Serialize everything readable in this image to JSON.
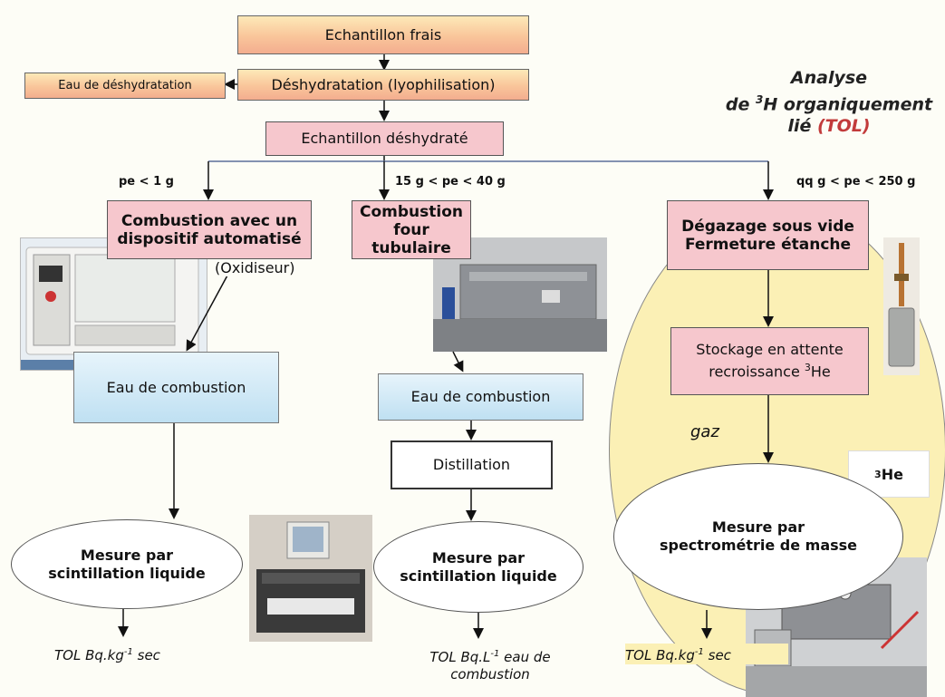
{
  "title": {
    "line1": "Analyse",
    "line2_prefix": "de ",
    "line2_sup": "3",
    "line2_main": "H organiquement lié ",
    "line2_tol": "(TOL)"
  },
  "nodes": {
    "echantillon_frais": "Echantillon frais",
    "eau_deshydratation": "Eau de déshydratation",
    "deshydratation": "Déshydratation (lyophilisation)",
    "echantillon_deshydrate": "Echantillon déshydraté",
    "combustion_auto_line1": "Combustion avec un",
    "combustion_auto_line2": "dispositif automatisé",
    "oxidiseur": "(Oxidiseur)",
    "combustion_four_line1": "Combustion",
    "combustion_four_line2": "four tubulaire",
    "degazage_line1": "Dégazage sous vide",
    "degazage_line2": "Fermeture étanche",
    "eau_combustion_1": "Eau de combustion",
    "eau_combustion_2": "Eau de combustion",
    "distillation": "Distillation",
    "stockage_line1": "Stockage en attente",
    "stockage_line2_prefix": "recroissance ",
    "stockage_sup": "3",
    "stockage_suffix": "He",
    "gaz": "gaz",
    "he_sup": "3",
    "he_label": "He"
  },
  "branches": {
    "left": "pe < 1 g",
    "middle": "15 g < pe < 40 g",
    "right": "qq g < pe < 250 g"
  },
  "measures": {
    "scint_1_line1": "Mesure par",
    "scint_1_line2": "scintillation liquide",
    "scint_2_line1": "Mesure par",
    "scint_2_line2": "scintillation liquide",
    "spectro_line1": "Mesure par",
    "spectro_line2": "spectrométrie de masse"
  },
  "results": {
    "left_prefix": "TOL Bq.kg",
    "left_sup": "-1",
    "left_suffix": " sec",
    "middle_prefix": "TOL Bq.L",
    "middle_sup": "-1",
    "middle_suffix": " eau de",
    "middle_line2": "combustion",
    "right_prefix": "TOL Bq.kg",
    "right_sup": "-1",
    "right_suffix": " sec"
  },
  "colors": {
    "tol_red": "#c23b3b",
    "pink_box": "#f6c7cd",
    "blue_box": "#bfe0f2",
    "yellow_region": "#fbf0b5"
  }
}
